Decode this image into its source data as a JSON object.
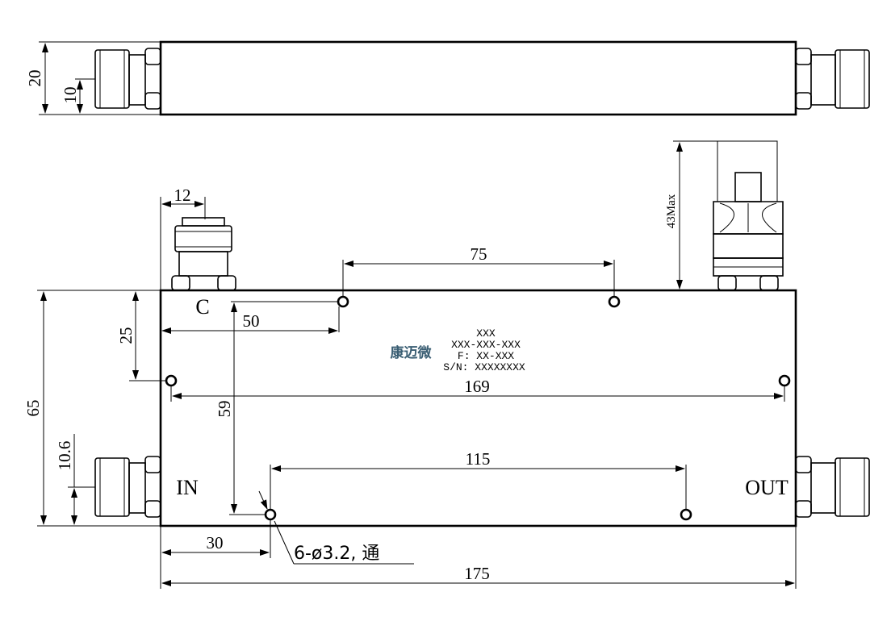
{
  "dimensions": {
    "side_height": "20",
    "side_connector_center": "10",
    "connector_width": "12",
    "top_spacing": "75",
    "max_height": "43Max",
    "c_offset_y": "25",
    "c_offset_x": "50",
    "overall_height": "65",
    "hole_vertical": "59",
    "side_hole_span": "169",
    "port_offset": "10.6",
    "bottom_spacing": "115",
    "bottom_offset": "30",
    "overall_length": "175"
  },
  "ports": {
    "coupled": "C",
    "input": "IN",
    "output": "OUT"
  },
  "label_plate": {
    "brand": "康迈微",
    "line1": "XXX",
    "line2": "XXX-XXX-XXX",
    "line3": "F: XX-XXX",
    "line4": "S/N: XXXXXXXX"
  },
  "hole_callout": "6-ø3.2, 通"
}
